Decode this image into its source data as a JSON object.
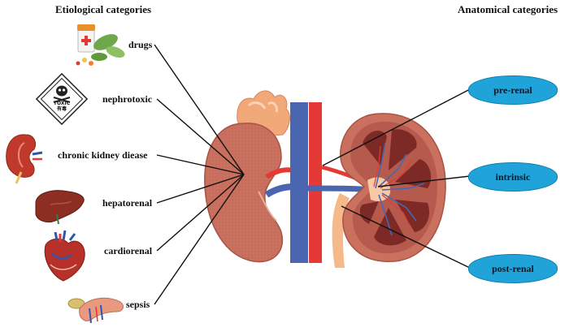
{
  "headers": {
    "etiological": "Etiological categories",
    "anatomical": "Anatomical categories"
  },
  "etiological_items": [
    {
      "label": "drugs",
      "icon": "drugs-icon"
    },
    {
      "label": "nephrotoxic",
      "icon": "toxic-sign-icon"
    },
    {
      "label": "chronic kidney diease",
      "icon": "kidney-icon"
    },
    {
      "label": "hepatorenal",
      "icon": "liver-icon"
    },
    {
      "label": "cardiorenal",
      "icon": "heart-icon"
    },
    {
      "label": "sepsis",
      "icon": "pancreas-icon"
    }
  ],
  "anatomical_items": [
    {
      "label": "pre-renal"
    },
    {
      "label": "intrinsic"
    },
    {
      "label": "post-renal"
    }
  ],
  "toxic_sign": {
    "line1": "TOXIC",
    "line2": "有毒"
  },
  "colors": {
    "oval_fill": "#1fa3d8",
    "kidney": "#c9705e",
    "vein": "#4a66b0",
    "artery": "#e53935",
    "ureter": "#f5b98a"
  }
}
